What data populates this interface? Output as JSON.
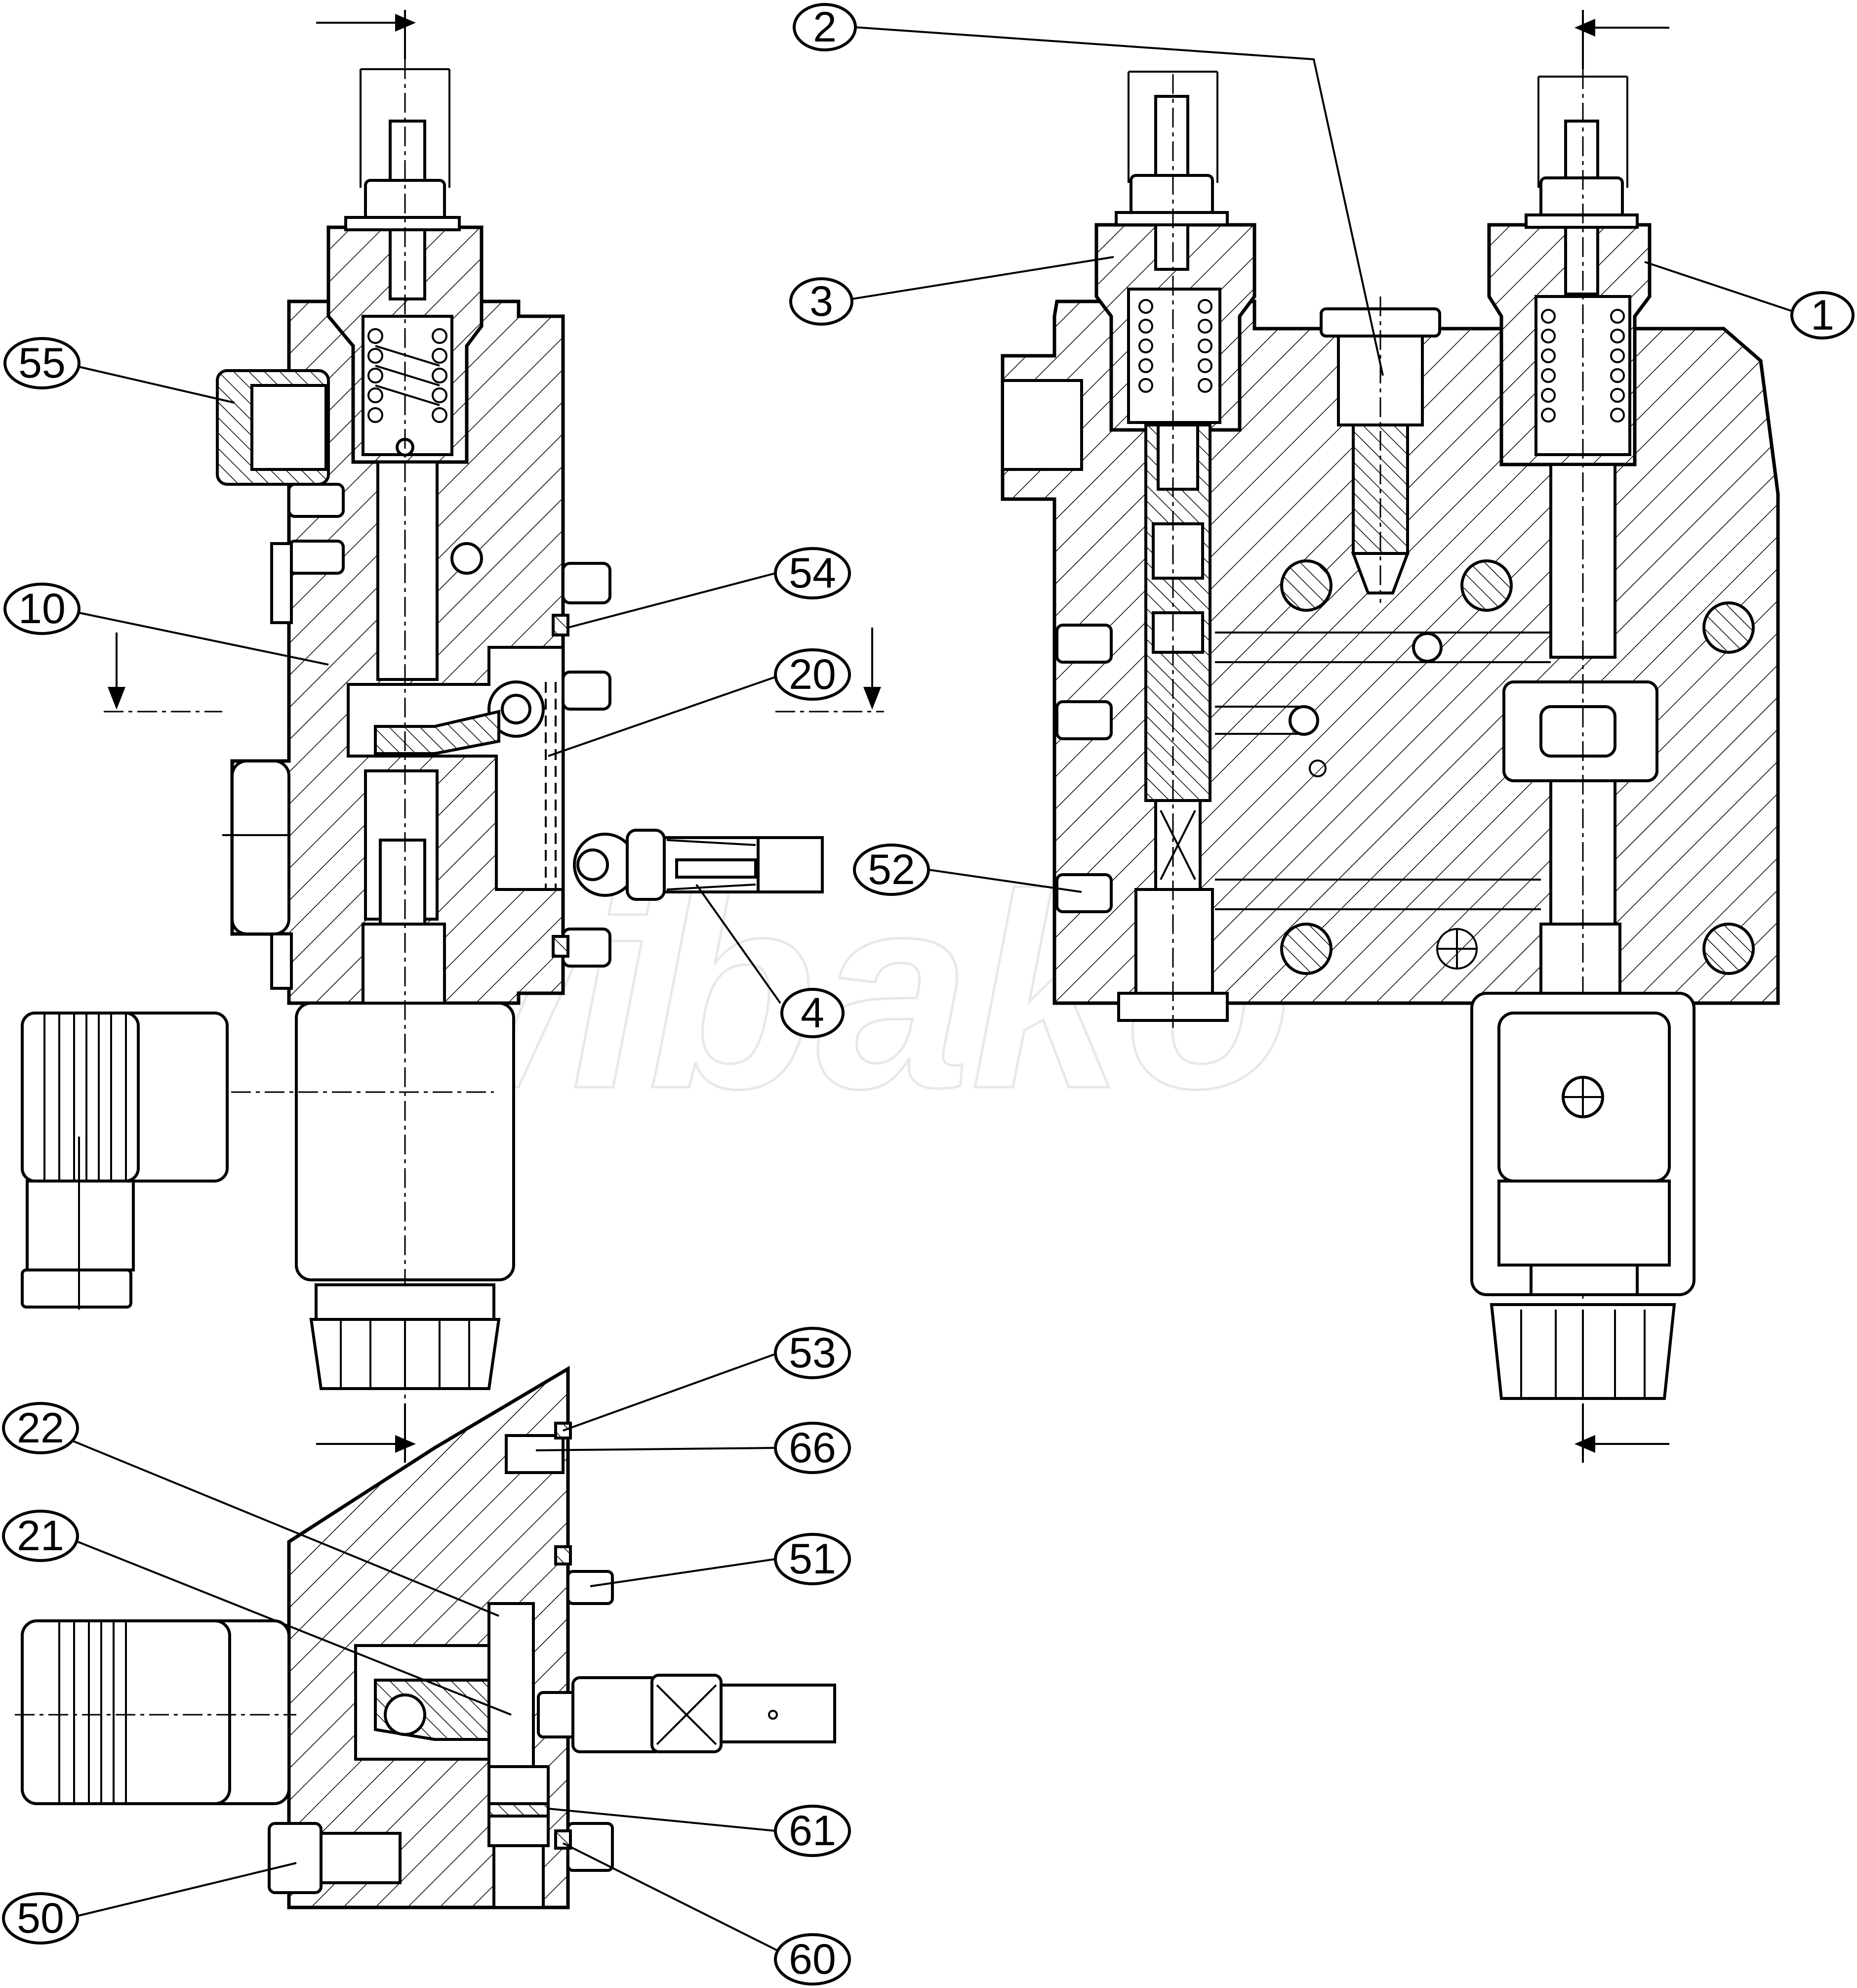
{
  "callouts": {
    "c1": "1",
    "c2": "2",
    "c3": "3",
    "c4": "4",
    "c10": "10",
    "c20": "20",
    "c21": "21",
    "c22": "22",
    "c50": "50",
    "c51": "51",
    "c52": "52",
    "c53": "53",
    "c54": "54",
    "c55": "55",
    "c60": "60",
    "c61": "61",
    "c66": "66"
  },
  "watermark": {
    "logo_text": "wibako"
  },
  "colors": {
    "line": "#000000",
    "background": "#ffffff",
    "watermark": "#d9d9d9"
  }
}
